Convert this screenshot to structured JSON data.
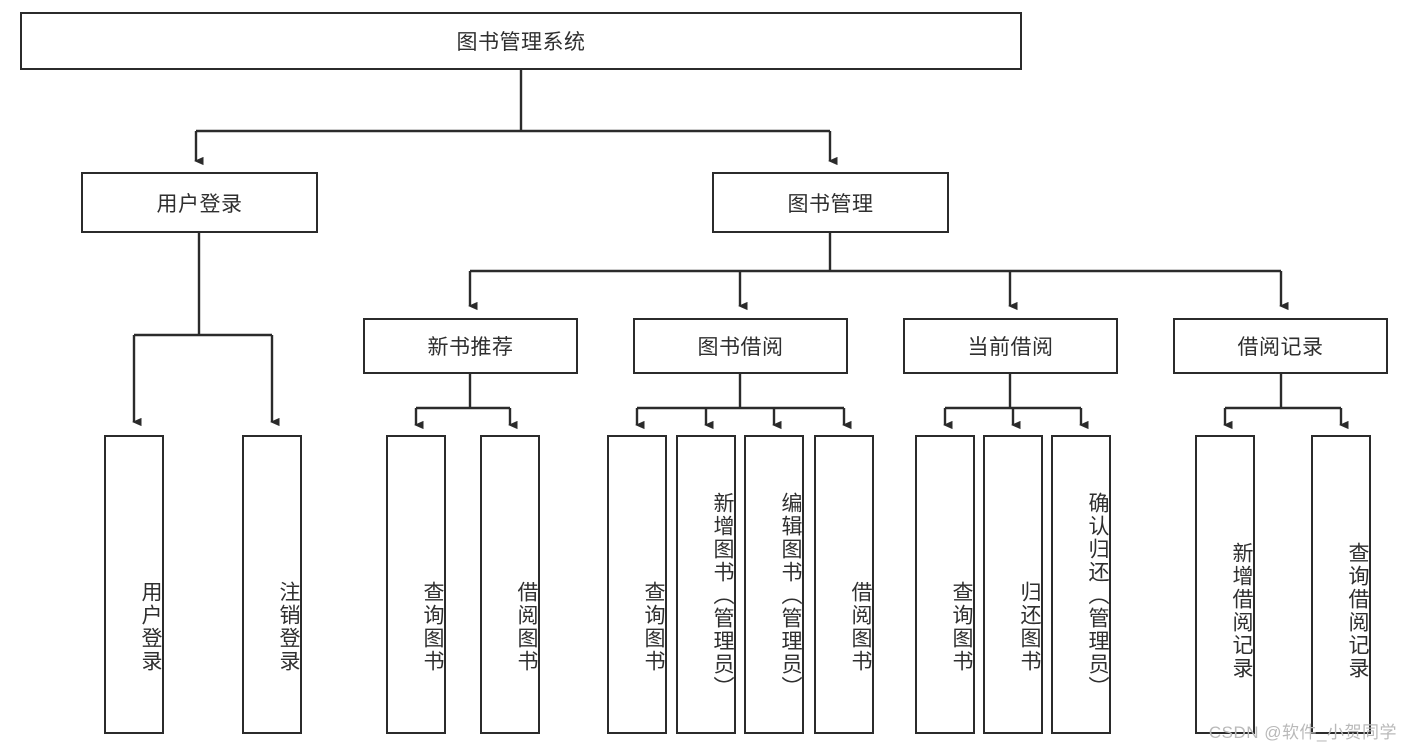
{
  "diagram": {
    "type": "tree-hierarchy",
    "title": "图书管理系统",
    "root": {
      "label": "图书管理系统"
    },
    "level1": [
      {
        "label": "用户登录"
      },
      {
        "label": "图书管理"
      }
    ],
    "level2": [
      {
        "label": "新书推荐",
        "parent": "图书管理"
      },
      {
        "label": "图书借阅",
        "parent": "图书管理"
      },
      {
        "label": "当前借阅",
        "parent": "图书管理"
      },
      {
        "label": "借阅记录",
        "parent": "图书管理"
      }
    ],
    "leaves": {
      "user_login": [
        "用户登录",
        "注销登录"
      ],
      "new_book_recommend": [
        "查询图书",
        "借阅图书"
      ],
      "book_borrow": [
        "查询图书",
        "新增图书（管理员）",
        "编辑图书（管理员）",
        "借阅图书"
      ],
      "current_borrow": [
        "查询图书",
        "归还图书",
        "确认归还（管理员）"
      ],
      "borrow_record": [
        "新增借阅记录",
        "查询借阅记录"
      ]
    }
  },
  "watermark": {
    "text": "CSDN @软件_小贺同学"
  },
  "colors": {
    "stroke": "#2b2b2b",
    "text": "#2f2f2f",
    "background": "#ffffff",
    "watermark": "#b9b9b9"
  }
}
